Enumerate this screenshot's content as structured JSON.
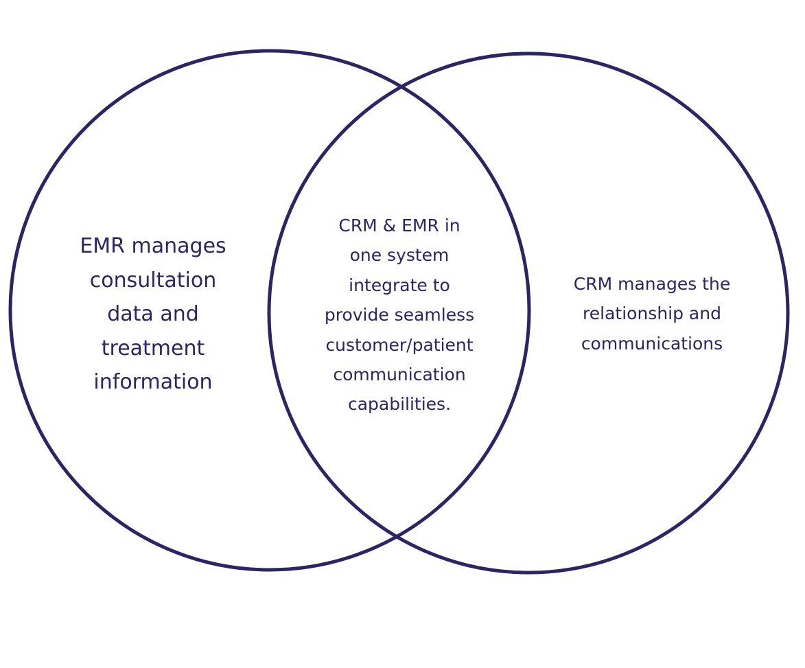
{
  "diagram": {
    "stroke_color": "#2b2563",
    "left_label_lines": [
      "EMR manages",
      "consultation",
      "data and",
      "treatment",
      "information"
    ],
    "center_label_lines": [
      "CRM & EMR in",
      "one system",
      "integrate to",
      "provide seamless",
      "customer/patient",
      "communication",
      "capabilities."
    ],
    "right_label_lines": [
      "CRM manages the",
      "relationship and",
      "communications"
    ]
  }
}
